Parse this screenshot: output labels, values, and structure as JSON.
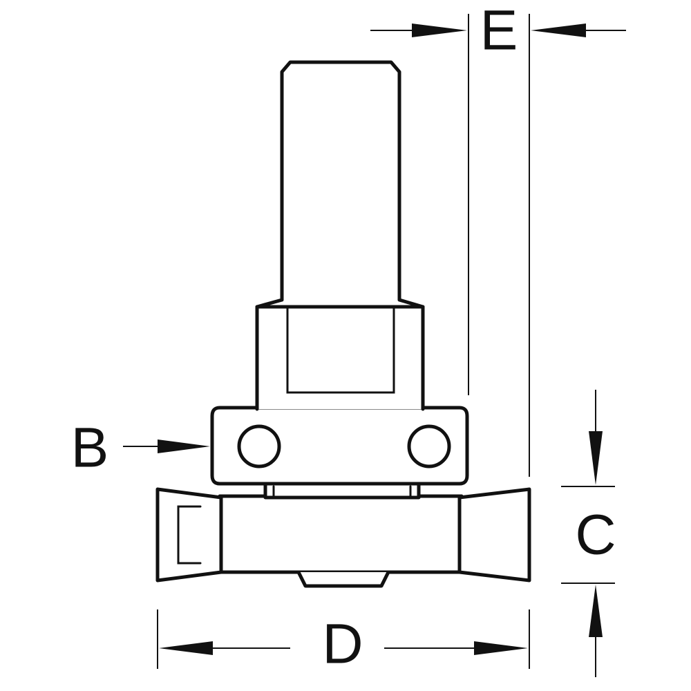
{
  "labels": {
    "b": "B",
    "c": "C",
    "d": "D",
    "e": "E"
  },
  "colors": {
    "line": "#111111",
    "background": "#ffffff"
  }
}
